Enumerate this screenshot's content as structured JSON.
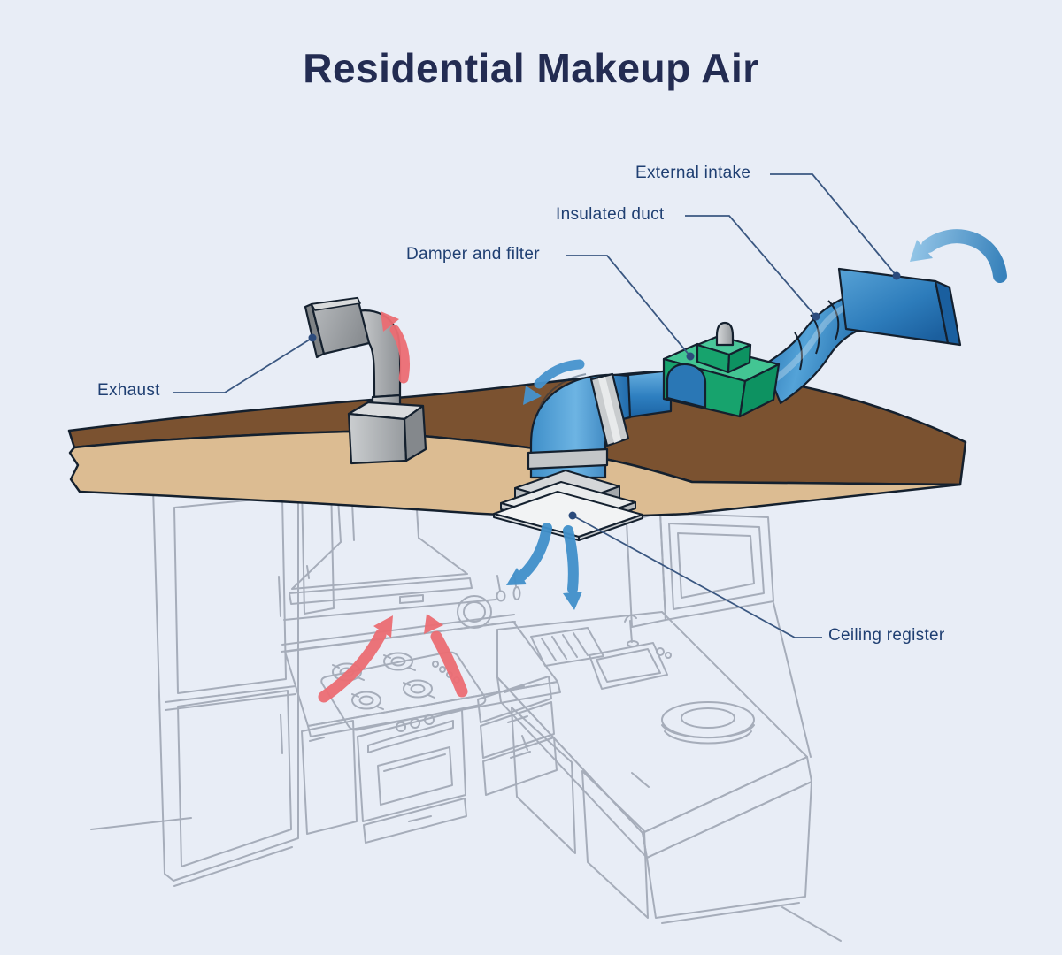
{
  "title": "Residential Makeup Air",
  "labels": {
    "exhaust": "Exhaust",
    "damper_and_filter": "Damper and filter",
    "insulated_duct": "Insulated duct",
    "external_intake": "External intake",
    "ceiling_register": "Ceiling register"
  },
  "colors": {
    "background": "#e8edf6",
    "title_text": "#232c52",
    "label_text": "#1f3f72",
    "leader_line": "#3a5781",
    "outline": "#14202e",
    "duct_blue": "#3488c5",
    "damper_green": "#17a36d",
    "ceiling_top_brown": "#7b5230",
    "ceiling_front_tan": "#dcbc92",
    "exhaust_gray": "#a9adb1",
    "warm_air_arrow_red": "#ec6d73",
    "cool_air_arrow_blue": "#4190ca",
    "kitchen_line_gray": "#a6adba"
  }
}
